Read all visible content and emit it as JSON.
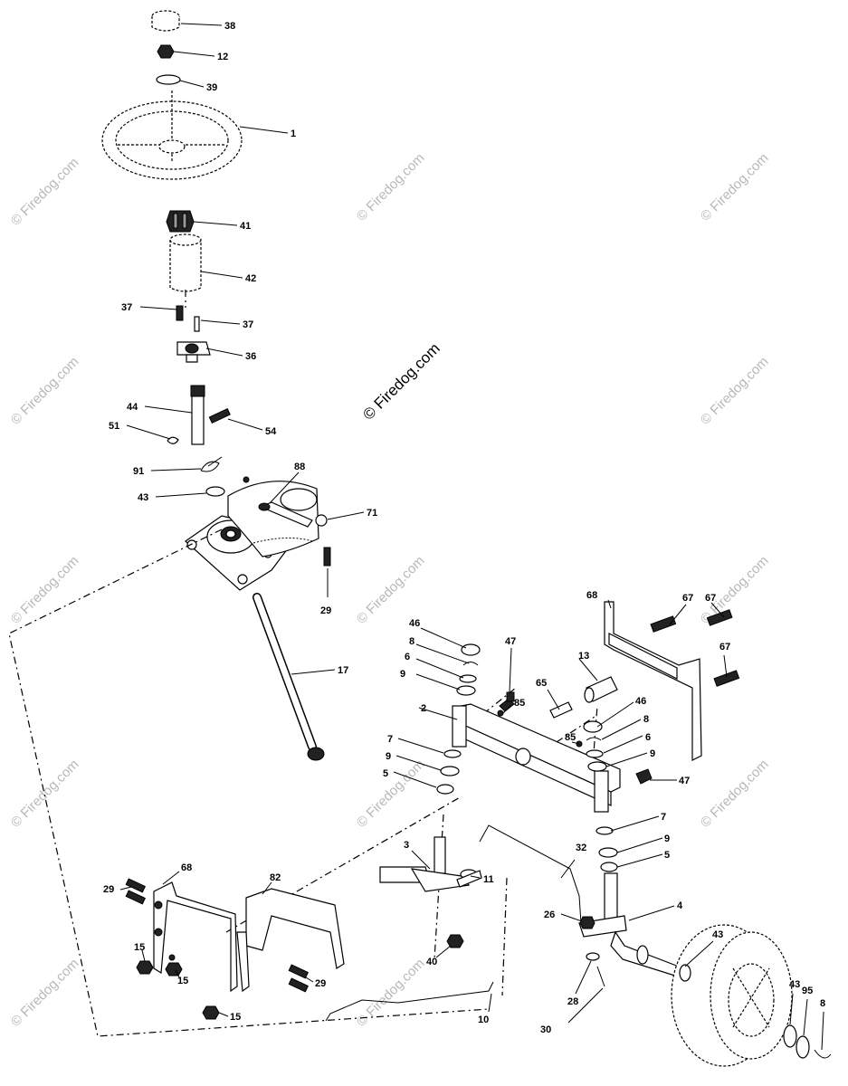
{
  "watermark": "© Firedog.com",
  "callouts": {
    "c38": "38",
    "c12": "12",
    "c39": "39",
    "c1": "1",
    "c41": "41",
    "c42": "42",
    "c37a": "37",
    "c37b": "37",
    "c36": "36",
    "c44": "44",
    "c51": "51",
    "c54": "54",
    "c91": "91",
    "c88": "88",
    "c43a": "43",
    "c71": "71",
    "c29a": "29",
    "c17": "17",
    "c68a": "68",
    "c67a": "67",
    "c67b": "67",
    "c67c": "67",
    "c46a": "46",
    "c47a": "47",
    "c8a": "8",
    "c6a": "6",
    "c9a": "9",
    "c85a": "85",
    "c65": "65",
    "c13": "13",
    "c2": "2",
    "c46b": "46",
    "c8b": "8",
    "c85b": "85",
    "c6b": "6",
    "c7a": "7",
    "c9b": "9",
    "c9c": "9",
    "c5a": "5",
    "c47b": "47",
    "c7b": "7",
    "c9d": "9",
    "c5b": "5",
    "c3": "3",
    "c32": "32",
    "c11": "11",
    "c26": "26",
    "c4": "4",
    "c43b": "43",
    "c68b": "68",
    "c82": "82",
    "c29b": "29",
    "c29c": "29",
    "c15a": "15",
    "c15b": "15",
    "c15c": "15",
    "c40": "40",
    "c28": "28",
    "c30": "30",
    "c10": "10",
    "c43c": "43",
    "c95": "95",
    "c8c": "8"
  }
}
